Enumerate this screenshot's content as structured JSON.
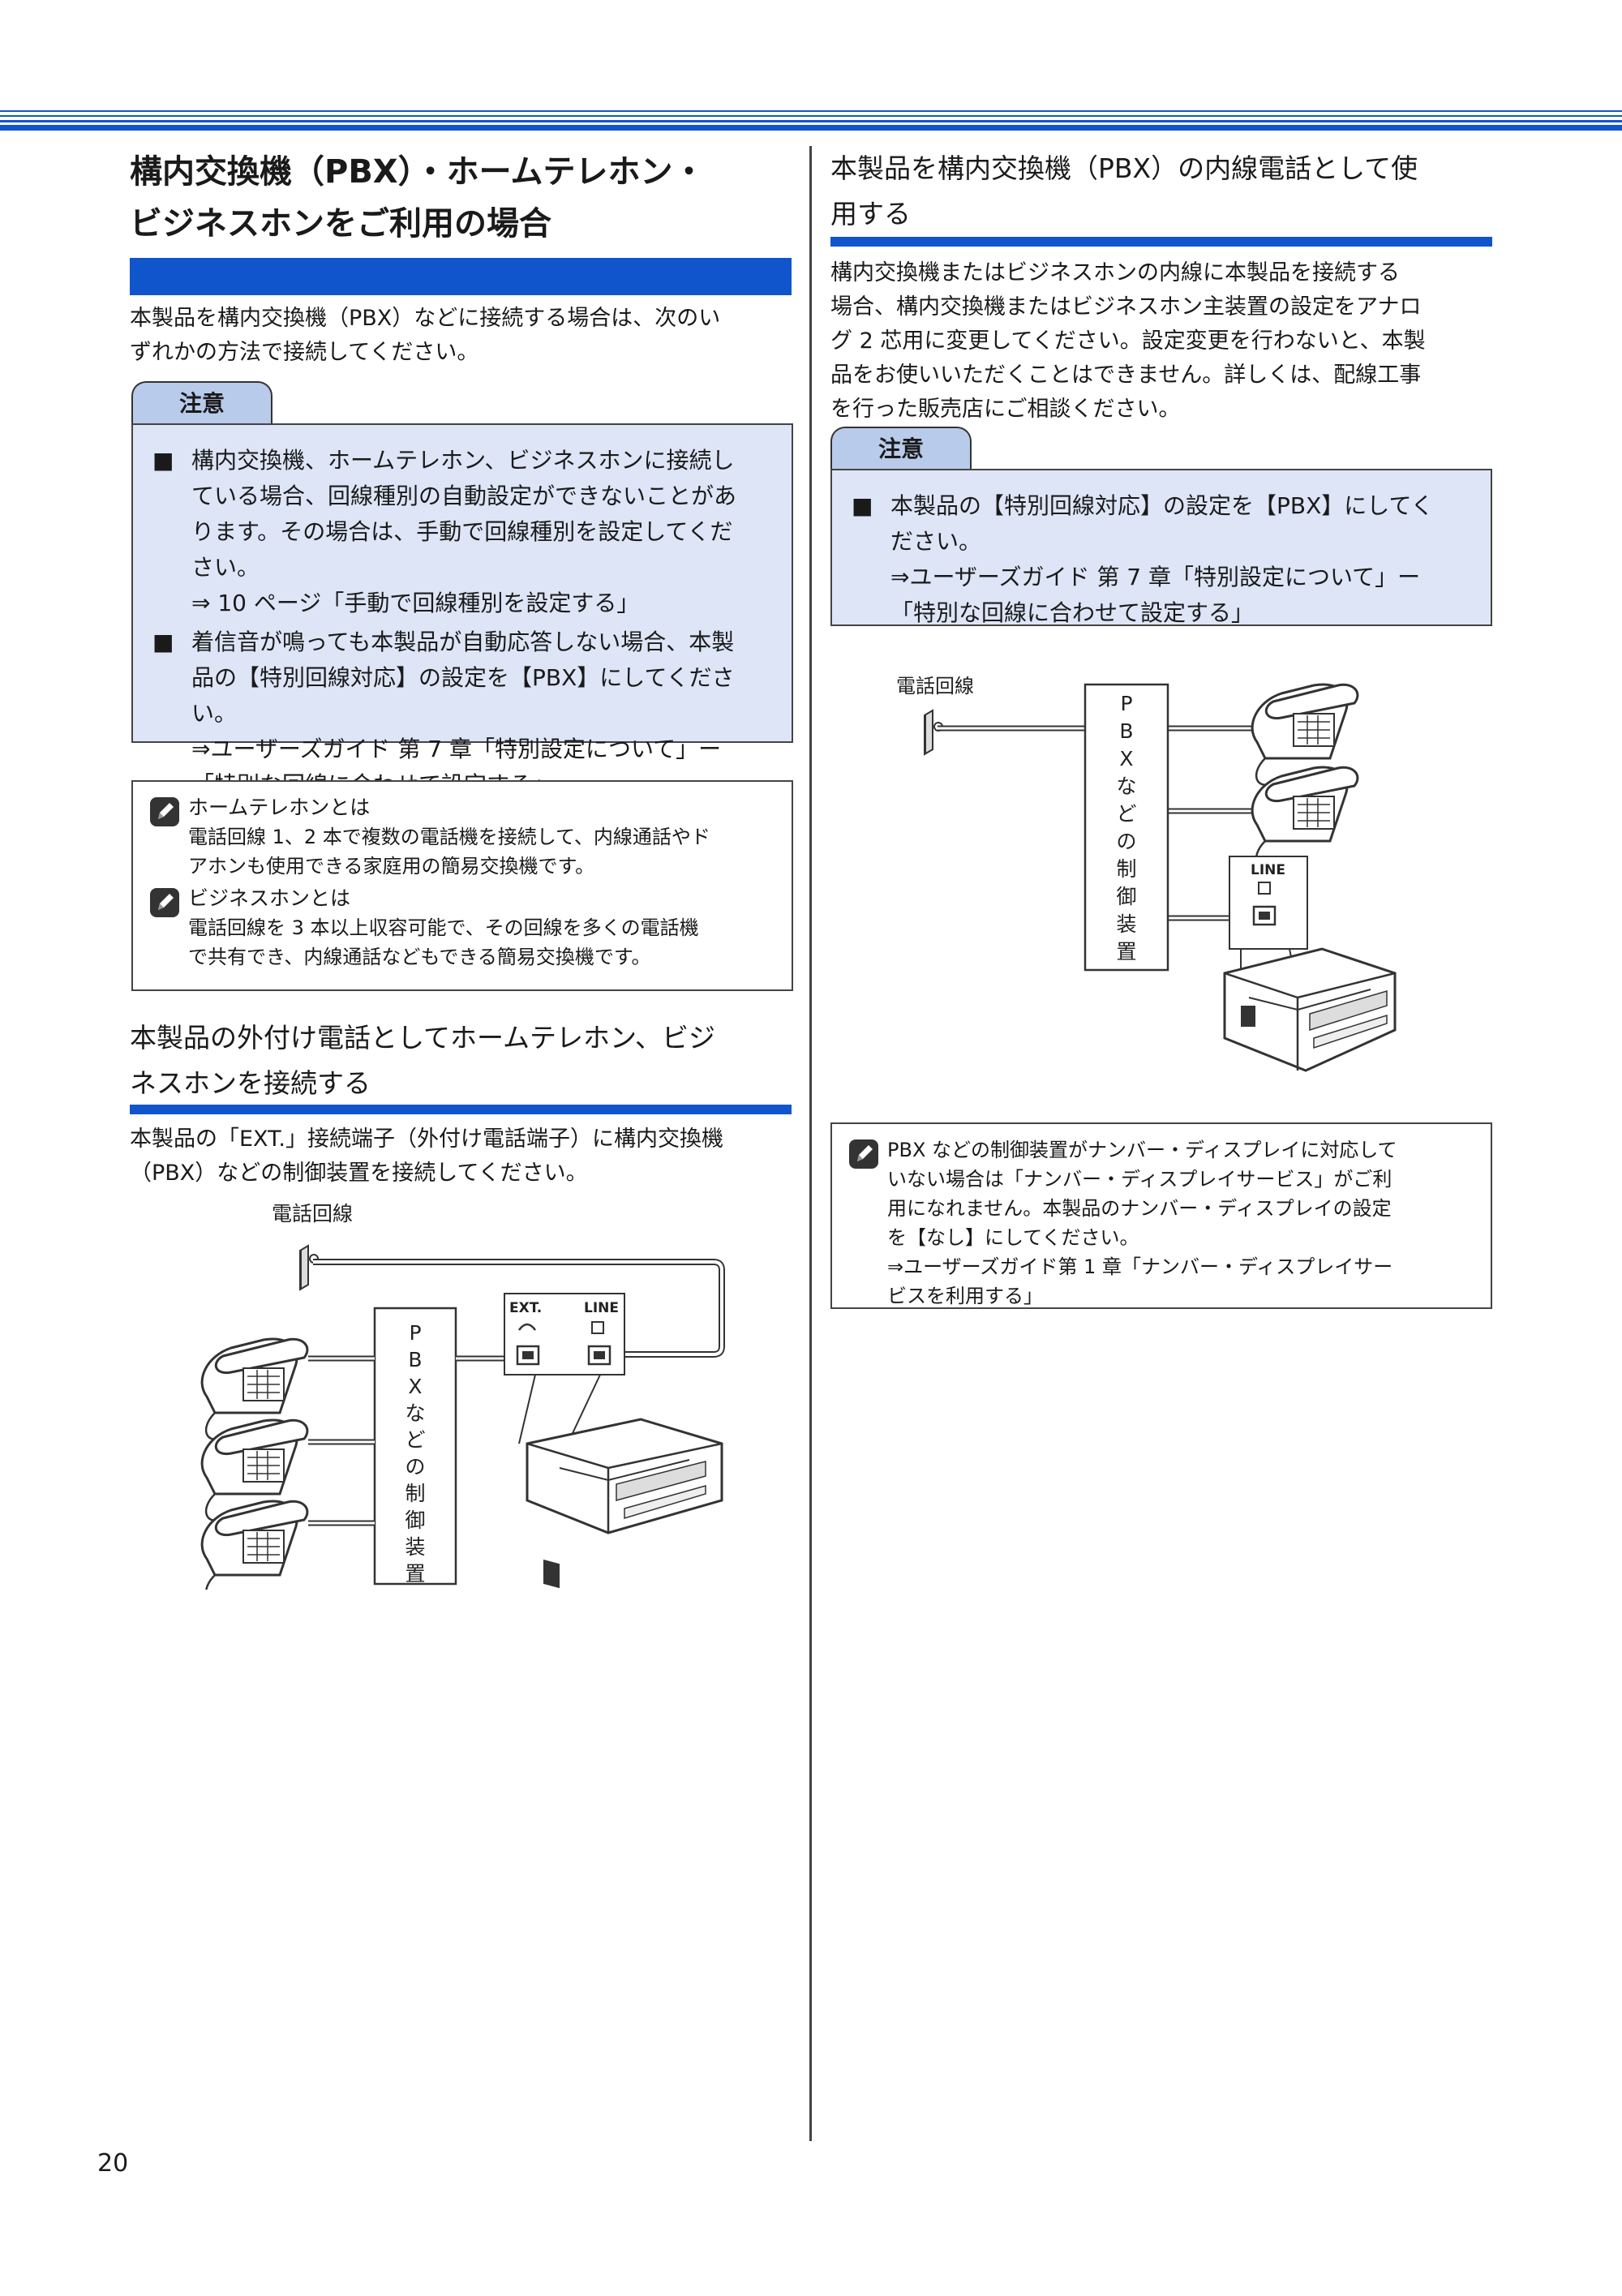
{
  "left": {
    "title_line1": "構内交換機（PBX）・ホームテレホン・",
    "title_line2": "ビジネスホンをご利用の場合",
    "intro_line1": "本製品を構内交換機（PBX）などに接続する場合は、次のい",
    "intro_line2": "ずれかの方法で接続してください。",
    "caution": {
      "tab": "注意",
      "bullet": "■",
      "item1": [
        "構内交換機、ホームテレホン、ビジネスホンに接続し",
        "ている場合、回線種別の自動設定ができないことがあ",
        "ります。その場合は、手動で回線種別を設定してくだ",
        "さい。",
        "⇒ 10 ページ「手動で回線種別を設定する」"
      ],
      "item2": [
        "着信音が鳴っても本製品が自動応答しない場合、本製",
        "品の【特別回線対応】の設定を【PBX】にしてください。",
        "⇒ユーザーズガイド 第 7 章「特別設定について」ー",
        "「特別な回線に合わせて設定する」"
      ]
    },
    "memo": {
      "title1": "ホームテレホンとは",
      "text1_line1": "電話回線 1、2 本で複数の電話機を接続して、内線通話やド",
      "text1_line2": "アホンも使用できる家庭用の簡易交換機です。",
      "title2": "ビジネスホンとは",
      "text2_line1": "電話回線を 3 本以上収容可能で、その回線を多くの電話機",
      "text2_line2": "で共有でき、内線通話などもできる簡易交換機です。"
    },
    "section2": {
      "heading_line1": "本製品の外付け電話としてホームテレホン、ビジ",
      "heading_line2": "ネスホンを接続する",
      "text_line1": "本製品の「EXT.」接続端子（外付け電話端子）に構内交換機",
      "text_line2": "（PBX）などの制御装置を接続してください。"
    },
    "diagram": {
      "phone_line_label": "電話回線",
      "pbx_label": [
        "P",
        "B",
        "X",
        "な",
        "ど",
        "の",
        "制",
        "御",
        "装",
        "置"
      ],
      "ext_label": "EXT.",
      "line_label": "LINE"
    }
  },
  "right": {
    "heading_line1": "本製品を構内交換機（PBX）の内線電話として使",
    "heading_line2": "用する",
    "text_lines": [
      "構内交換機またはビジネスホンの内線に本製品を接続する",
      "場合、構内交換機またはビジネスホン主装置の設定をアナロ",
      "グ 2 芯用に変更してください。設定変更を行わないと、本製",
      "品をお使いいただくことはできません。詳しくは、配線工事",
      "を行った販売店にご相談ください。"
    ],
    "caution": {
      "tab": "注意",
      "bullet": "■",
      "item1": [
        "本製品の【特別回線対応】の設定を【PBX】にしてく",
        "ださい。",
        "⇒ユーザーズガイド 第 7 章「特別設定について」ー",
        "「特別な回線に合わせて設定する」"
      ]
    },
    "diagram": {
      "phone_line_label": "電話回線",
      "pbx_label": [
        "P",
        "B",
        "X",
        "な",
        "ど",
        "の",
        "制",
        "御",
        "装",
        "置"
      ],
      "line_label": "LINE"
    },
    "memo_lines": [
      "PBX などの制御装置がナンバー・ディスプレイに対応して",
      "いない場合は「ナンバー・ディスプレイサービス」がご利",
      "用になれません。本製品のナンバー・ディスプレイの設定",
      "を【なし】にしてください。",
      "⇒ユーザーズガイド第 1 章「ナンバー・ディスプレイサー",
      "ビスを利用する」"
    ]
  },
  "page_number": "20",
  "colors": {
    "accent_blue": "#1155cc",
    "caution_bg": "#dde5f7",
    "caution_tab": "#b9cbea"
  }
}
